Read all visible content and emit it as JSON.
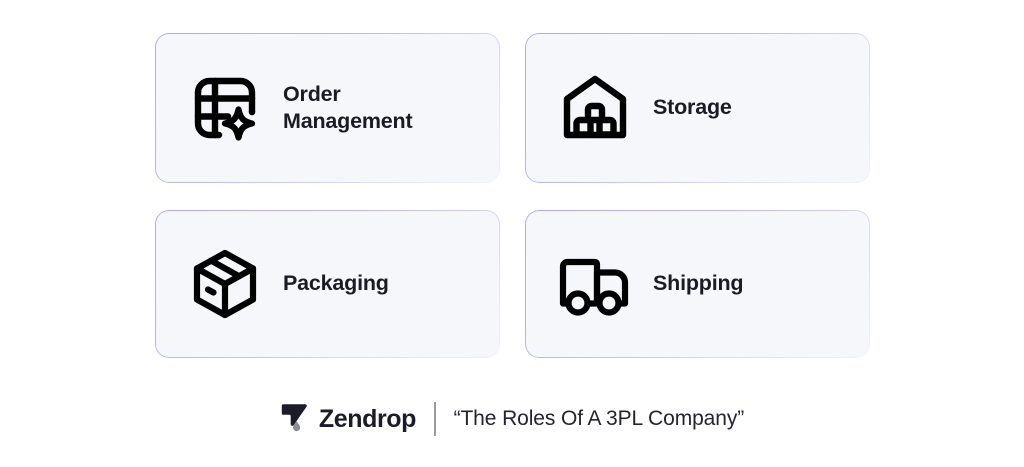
{
  "page": {
    "background": "#ffffff",
    "card_background": "#f6f7fb",
    "card_border": "#b0a8ef",
    "text_color": "#1b1b23"
  },
  "cards": [
    {
      "id": "order-management",
      "icon": "order-grid-sparkle-icon",
      "label": "Order Management",
      "label_lines": [
        "Order",
        "Management"
      ],
      "multiline": true
    },
    {
      "id": "storage",
      "icon": "warehouse-boxes-icon",
      "label": "Storage",
      "label_lines": [
        "Storage"
      ],
      "multiline": false
    },
    {
      "id": "packaging",
      "icon": "package-box-icon",
      "label": "Packaging",
      "label_lines": [
        "Packaging"
      ],
      "multiline": false
    },
    {
      "id": "shipping",
      "icon": "delivery-truck-icon",
      "label": "Shipping",
      "label_lines": [
        "Shipping"
      ],
      "multiline": false
    }
  ],
  "footer": {
    "logo_icon": "zendrop-logo-mark",
    "brand_name": "Zendrop",
    "divider": "|",
    "tagline": "“The Roles Of A 3PL Company”"
  }
}
